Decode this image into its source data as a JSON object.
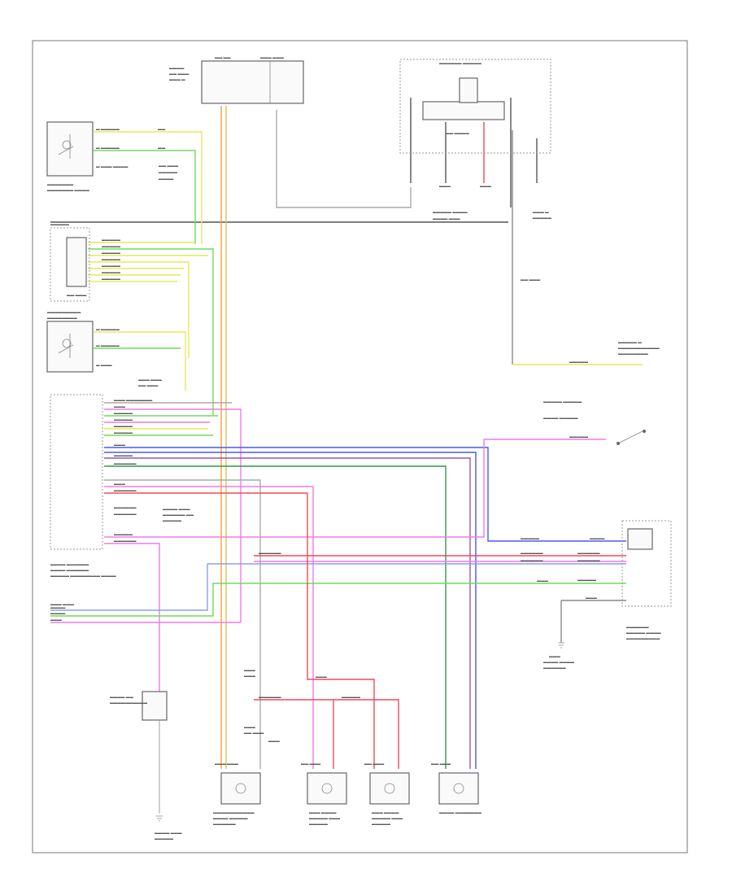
{
  "diagram": {
    "footer_id": "",
    "colors": {
      "yellow": "#e5e85a",
      "green": "#6fdc5a",
      "pink": "#f07ae8",
      "blue": "#4a58f0",
      "red": "#f04a5a",
      "orange": "#f0a040",
      "darkgreen": "#2f9a45",
      "lightblue": "#8aa0f0",
      "gray": "#9a9a9a",
      "black": "#333333"
    },
    "components": [
      {
        "id": "relay-box",
        "label": ""
      },
      {
        "id": "fuse-box",
        "label": ""
      },
      {
        "id": "ignition-switch",
        "label": ""
      },
      {
        "id": "driver-door-lock",
        "label": ""
      },
      {
        "id": "passenger-door-lock",
        "label": ""
      },
      {
        "id": "body-control-module",
        "label": ""
      },
      {
        "id": "passenger-door-actuator",
        "label": ""
      },
      {
        "id": "left-rear-actuator",
        "label": ""
      },
      {
        "id": "right-rear-actuator",
        "label": ""
      },
      {
        "id": "fuel-door-actuator",
        "label": ""
      },
      {
        "id": "driver-door-actuator",
        "label": ""
      },
      {
        "id": "door-switch",
        "label": ""
      },
      {
        "id": "ground-point",
        "label": ""
      }
    ]
  }
}
